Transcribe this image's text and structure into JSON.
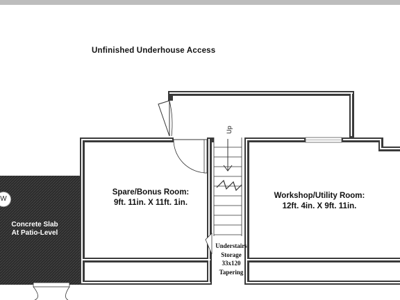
{
  "plan": {
    "title": "Unfinished Underhouse Access",
    "rooms": [
      {
        "name": "Spare/Bonus Room:",
        "dimensions": "9ft. 11in. X 11ft. 1in."
      },
      {
        "name": "Workshop/Utility Room:",
        "dimensions": "12ft. 4in. X 9ft. 11in."
      }
    ],
    "slab": {
      "line1": "Concrete Slab",
      "line2": "At Patio-Level"
    },
    "storage": {
      "line1": "Understairs",
      "line2": "Storage",
      "line3": "33x120",
      "line4": "Tapering"
    },
    "stairs": {
      "direction": "Up"
    },
    "compass": {
      "label": "W"
    },
    "colors": {
      "wall": "#3a3a3a",
      "slab_fill": "#2b2b2b",
      "background": "#ffffff"
    }
  }
}
